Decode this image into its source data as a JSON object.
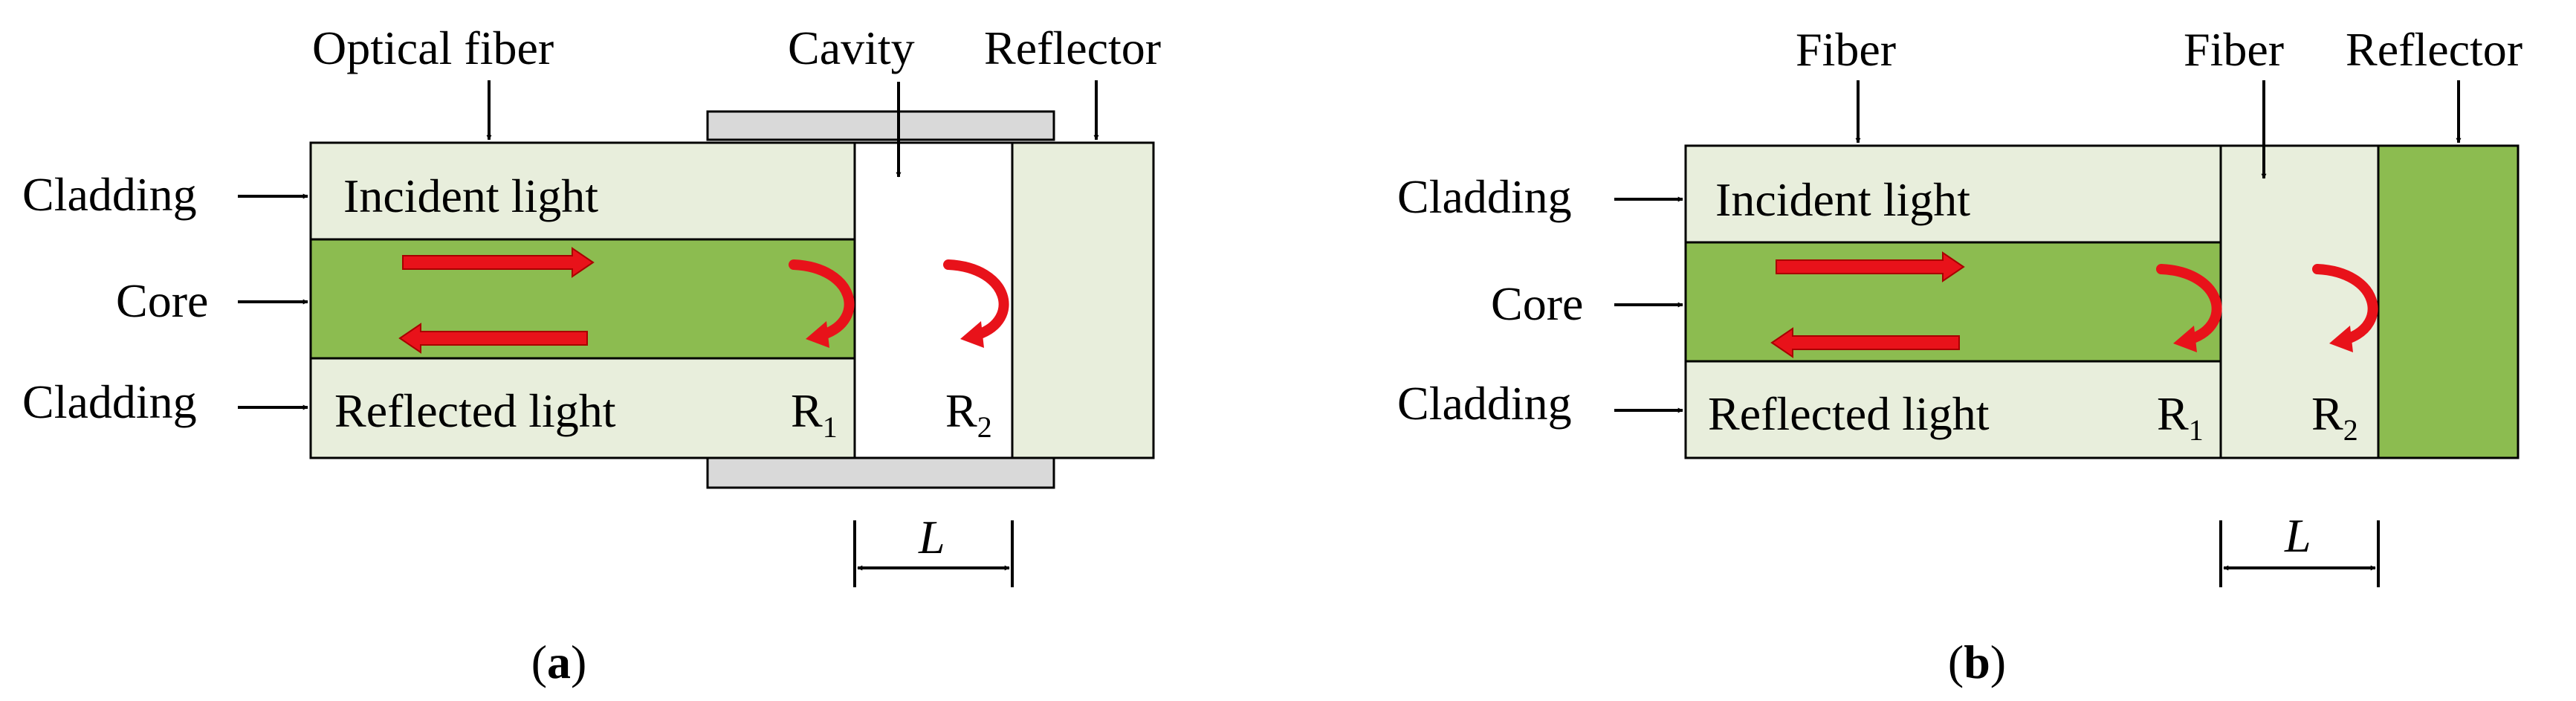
{
  "colors": {
    "light_green": "#e8eedc",
    "dark_green": "#8cbc50",
    "red": "#e8121a",
    "gray": "#d9d9d9",
    "outline": "#000000"
  },
  "panel_a": {
    "top_labels": {
      "optical_fiber": "Optical fiber",
      "cavity": "Cavity",
      "reflector": "Reflector"
    },
    "side_labels": {
      "cladding_top": "Cladding",
      "core": "Core",
      "cladding_bottom": "Cladding"
    },
    "incident_light": "Incident light",
    "reflected_light": "Reflected light",
    "r1": {
      "base": "R",
      "sub": "1"
    },
    "r2": {
      "base": "R",
      "sub": "2"
    },
    "length": "L",
    "caption": {
      "open": "(",
      "letter": "a",
      "close": ")"
    }
  },
  "panel_b": {
    "top_labels": {
      "fiber_1": "Fiber",
      "fiber_2": "Fiber",
      "reflector": "Reflector"
    },
    "side_labels": {
      "cladding_top": "Cladding",
      "core": "Core",
      "cladding_bottom": "Cladding"
    },
    "incident_light": "Incident light",
    "reflected_light": "Reflected light",
    "r1": {
      "base": "R",
      "sub": "1"
    },
    "r2": {
      "base": "R",
      "sub": "2"
    },
    "length": "L",
    "caption": {
      "open": "(",
      "letter": "b",
      "close": ")"
    }
  }
}
